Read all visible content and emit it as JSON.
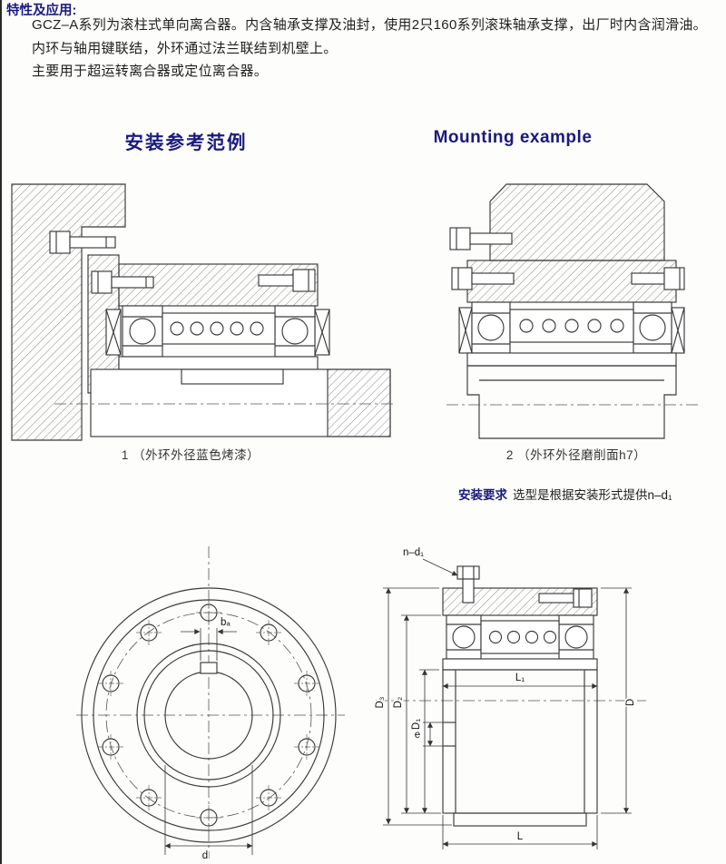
{
  "colors": {
    "heading": "#1a1a7e",
    "body_text": "#1f1f1f",
    "drawing_line": "#3a3a3a"
  },
  "header": {
    "title": "特性及应用:"
  },
  "intro": {
    "lines": [
      "GCZ–A系列为滚柱式单向离合器。内含轴承支撑及油封，使用2只160系列滚珠轴承支撑，出厂时内含润滑油。",
      "内环与轴用键联结，外环通过法兰联结到机壁上。",
      "主要用于超运转离合器或定位离合器。"
    ]
  },
  "sections": {
    "zh_title": "安装参考范例",
    "en_title": "Mounting example",
    "caption_left": "1 （外环外径蓝色烤漆）",
    "caption_right": "2 （外环外径磨削面h7）",
    "note_label": "安装要求",
    "note_text": "选型是根据安装形式提供n–d₁"
  },
  "dims": {
    "n_d1": "n–d₁",
    "L1": "L₁",
    "L": "L",
    "D3": "D₃",
    "D2": "D₂",
    "D1": "D₁",
    "D": "D",
    "e": "e",
    "d": "d",
    "ba": "bₐ"
  }
}
